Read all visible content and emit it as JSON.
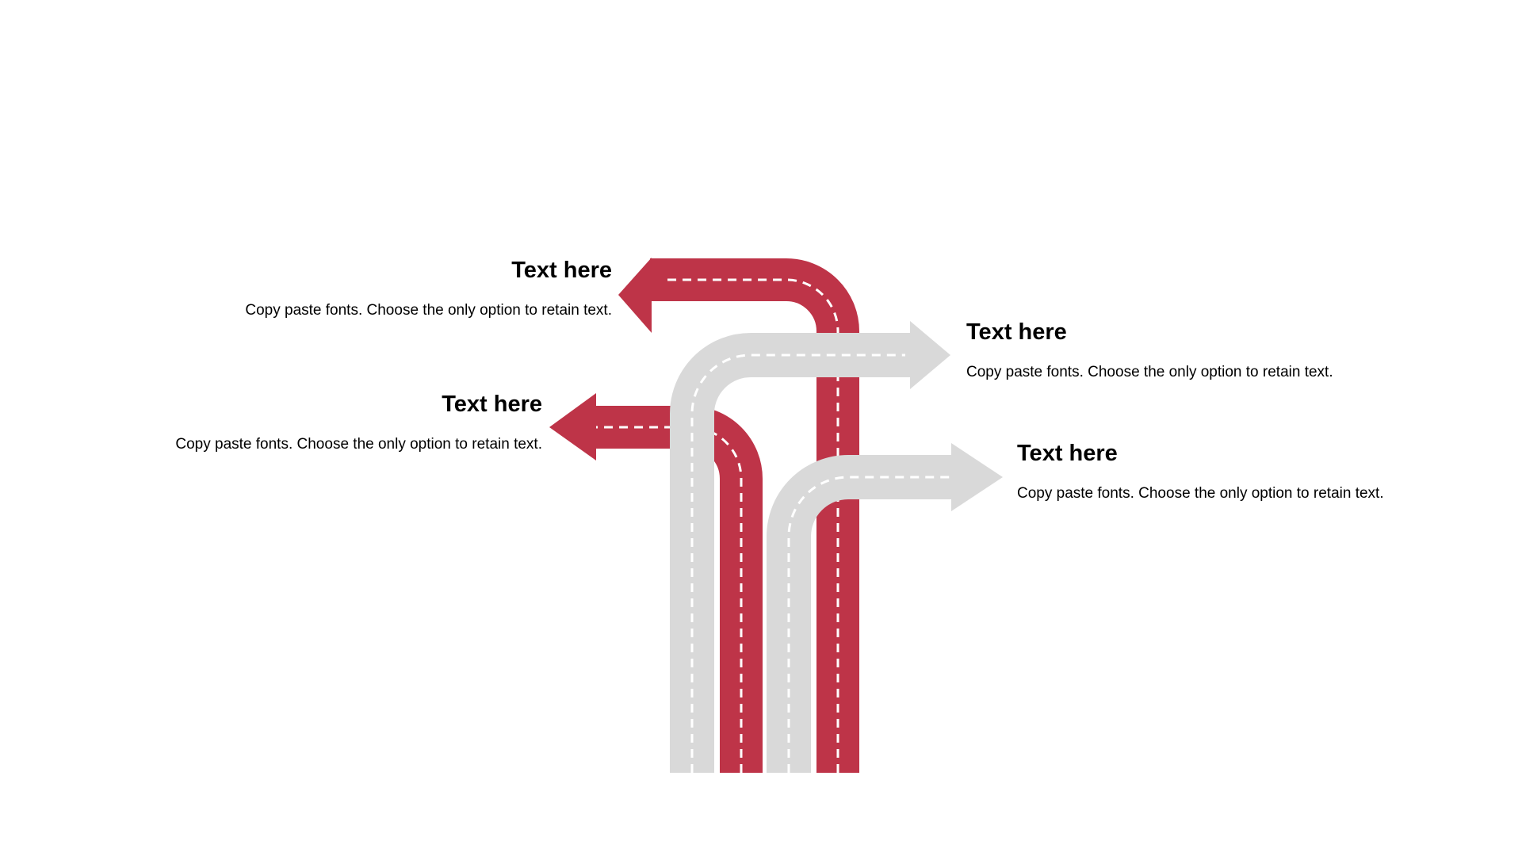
{
  "colors": {
    "red_road": "#be3448",
    "grey_road": "#d9d9d9",
    "lane_dash": "#ffffff",
    "text": "#000000",
    "background": "#ffffff"
  },
  "labels": [
    {
      "id": "label-1",
      "title": "Text here",
      "description": "Copy paste fonts. Choose the only option to retain text."
    },
    {
      "id": "label-2",
      "title": "Text here",
      "description": "Copy paste fonts. Choose the only option to retain text."
    },
    {
      "id": "label-3",
      "title": "Text here",
      "description": "Copy paste fonts. Choose the only option to retain text."
    },
    {
      "id": "label-4",
      "title": "Text here",
      "description": "Copy paste fonts. Choose the only option to retain text."
    }
  ]
}
